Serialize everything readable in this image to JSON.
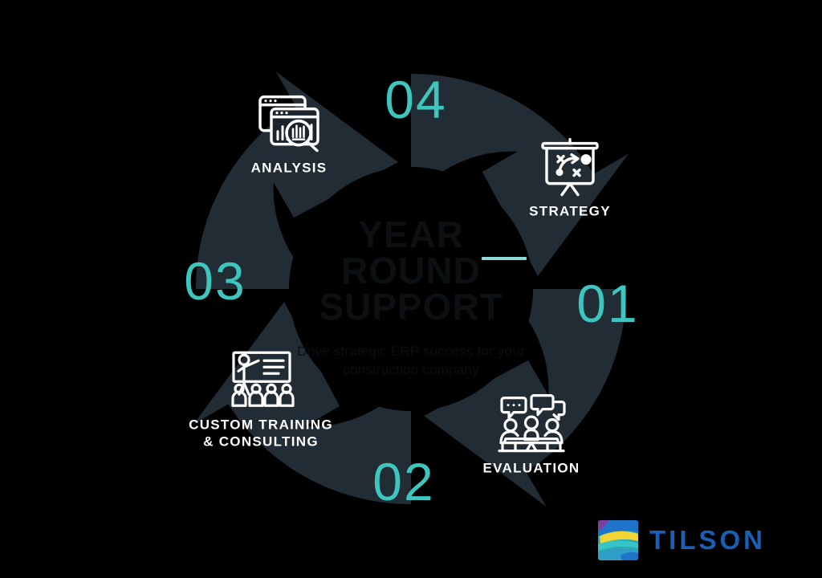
{
  "palette": {
    "background": "#000000",
    "ring": "#222c35",
    "accent_teal": "#3dc6bd",
    "rule_teal": "#8fd8d8",
    "icon_white": "#ffffff",
    "center_text": "#0c1013",
    "brand_blue": "#1a5fb4"
  },
  "center": {
    "title": "YEAR ROUND\nSUPPORT",
    "subtitle": "Drive strategic ERP success for your construction company"
  },
  "steps": [
    {
      "number": "01",
      "label": "STRATEGY",
      "icon": "presentation-board-strategy-icon"
    },
    {
      "number": "02",
      "label": "EVALUATION",
      "icon": "meeting-table-discussion-icon"
    },
    {
      "number": "03",
      "label": "CUSTOM TRAINING\n& CONSULTING",
      "icon": "instructor-whiteboard-class-icon"
    },
    {
      "number": "04",
      "label": "ANALYSIS",
      "icon": "bar-chart-magnifier-windows-icon"
    }
  ],
  "brand": {
    "name": "TILSON",
    "mark": "painted-square-logo-mark"
  }
}
